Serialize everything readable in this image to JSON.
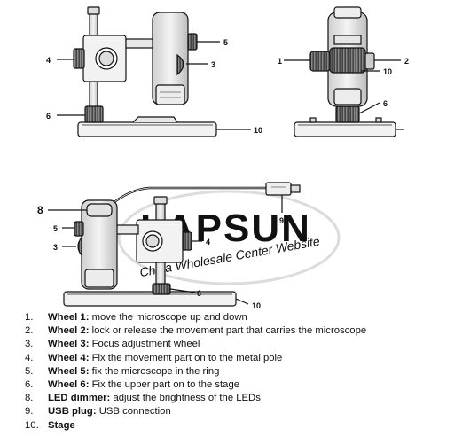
{
  "callouts": {
    "view1": {
      "c4": "4",
      "c5": "5",
      "c3": "3",
      "c6": "6",
      "c10": "10"
    },
    "view2": {
      "c1": "1",
      "c2": "2",
      "c10": "10",
      "c6": "6"
    },
    "view3": {
      "c8": "8",
      "c9": "9",
      "c5": "5",
      "c3": "3",
      "c4": "4",
      "c6": "6",
      "c10": "10"
    }
  },
  "watermark": {
    "brand": "LAPSUN",
    "subtitle": "China Wholesale Center Website"
  },
  "legend": [
    {
      "num": "1.",
      "term": "Wheel 1:",
      "desc": " move the microscope up and down"
    },
    {
      "num": "2.",
      "term": "Wheel 2:",
      "desc": " lock or release the movement part that carries the microscope"
    },
    {
      "num": "3.",
      "term": "Wheel 3:",
      "desc": " Focus adjustment wheel"
    },
    {
      "num": "4.",
      "term": "Wheel 4:",
      "desc": " Fix the movement part on to the metal pole"
    },
    {
      "num": "5.",
      "term": "Wheel 5:",
      "desc": " fix the microscope in the ring"
    },
    {
      "num": "6.",
      "term": "Wheel 6:",
      "desc": " Fix the upper part on to the stage"
    },
    {
      "num": "8.",
      "term": "LED dimmer:",
      "desc": " adjust the brightness of the LEDs"
    },
    {
      "num": "9.",
      "term": "USB plug:",
      "desc": " USB connection"
    },
    {
      "num": "10.",
      "term": "Stage",
      "desc": ""
    }
  ]
}
